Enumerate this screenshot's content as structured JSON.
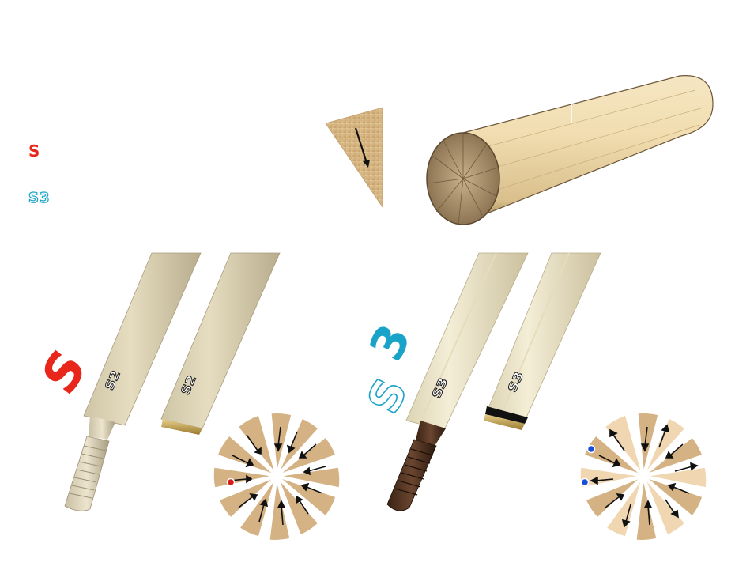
{
  "logos": {
    "s2_small": "S",
    "s3_small": "S3",
    "s2_large": "S",
    "s3_large": "S3"
  },
  "shaft_markings": {
    "s2_left": "S2",
    "s2_right": "S2",
    "s3_left": "S3",
    "s3_right": "S3"
  },
  "colors": {
    "s2_brand": "#e8261a",
    "s3_brand": "#1aa3c8",
    "maple_light": "#efe4c8",
    "maple_mid": "#d9c39b",
    "wood_dark": "#4a2a1a",
    "brass": "#c9a24a",
    "arrow": "#111111",
    "marker_red": "#d91a1a",
    "marker_blue": "#1a4ed9"
  },
  "icons": {
    "wedge": "wood-wedge-arrow-icon",
    "log": "maple-log-icon",
    "radial_s2": "radial-wedge-diagram-icon",
    "radial_s3": "radial-wedge-diagram-icon"
  }
}
